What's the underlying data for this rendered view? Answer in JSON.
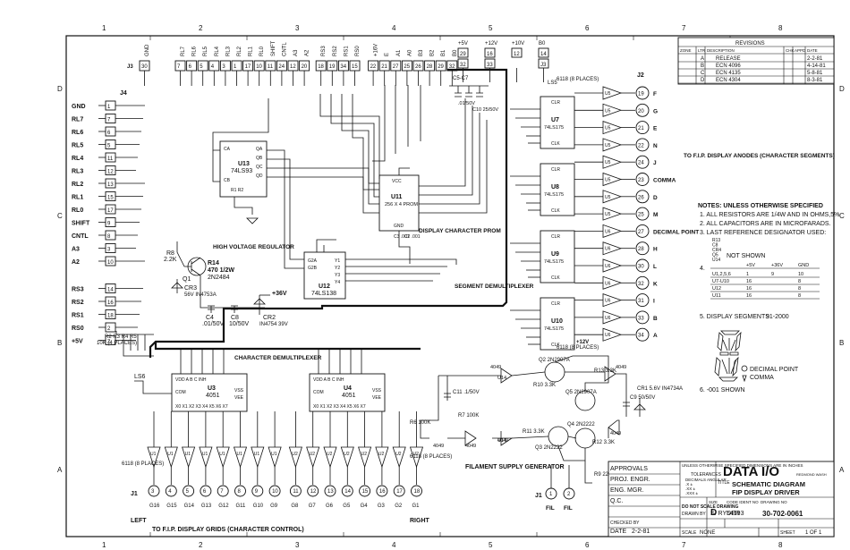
{
  "zones_top": [
    "8",
    "7",
    "6",
    "5",
    "4",
    "3",
    "2",
    "1"
  ],
  "zones_side": [
    "D",
    "C",
    "B",
    "A"
  ],
  "top_connectors": [
    {
      "label": "GND",
      "a": "J3",
      "b": "30"
    },
    {
      "label": "RL7",
      "a": "",
      "b": "7"
    },
    {
      "label": "RL6",
      "a": "",
      "b": "6"
    },
    {
      "label": "RL5",
      "a": "",
      "b": "5"
    },
    {
      "label": "RL4",
      "a": "",
      "b": "4"
    },
    {
      "label": "RL3",
      "a": "",
      "b": "3"
    },
    {
      "label": "RL2",
      "a": "",
      "b": "1"
    },
    {
      "label": "RL1",
      "a": "",
      "b": "17"
    },
    {
      "label": "RL0",
      "a": "",
      "b": "10"
    },
    {
      "label": "SHIFT",
      "a": "",
      "b": "11"
    },
    {
      "label": "CNTL",
      "a": "",
      "b": "24"
    },
    {
      "label": "A3",
      "a": "",
      "b": "12"
    },
    {
      "label": "A2",
      "a": "",
      "b": "20"
    },
    {
      "label": "RS3",
      "a": "",
      "b": "18"
    },
    {
      "label": "RS2",
      "a": "",
      "b": "19"
    },
    {
      "label": "RS1",
      "a": "",
      "b": "34"
    },
    {
      "label": "RS0",
      "a": "",
      "b": "15"
    },
    {
      "label": "+16V",
      "a": "",
      "b": "22"
    },
    {
      "label": "E",
      "a": "",
      "b": "21"
    },
    {
      "label": "A1",
      "a": "",
      "b": "27"
    },
    {
      "label": "A0",
      "a": "",
      "b": "25"
    },
    {
      "label": "B3",
      "a": "",
      "b": "26"
    },
    {
      "label": "B2",
      "a": "",
      "b": "28"
    },
    {
      "label": "B1",
      "a": "",
      "b": "29"
    },
    {
      "label": "B0",
      "a": "",
      "b": "32"
    }
  ],
  "top_right_conn": [
    {
      "label": "+5V",
      "a": "29",
      "b": "32"
    },
    {
      "label": "+12V",
      "a": "16",
      "b": "33"
    },
    {
      "label": "+10V",
      "a": "12",
      "b": ""
    },
    {
      "label": "B0",
      "a": "14",
      "b": "J3"
    }
  ],
  "left_pins": [
    {
      "label": "GND",
      "pin": "1"
    },
    {
      "label": "RL7",
      "pin": "7"
    },
    {
      "label": "RL6",
      "pin": "6"
    },
    {
      "label": "RL5",
      "pin": "5"
    },
    {
      "label": "RL4",
      "pin": "11"
    },
    {
      "label": "RL3",
      "pin": "12"
    },
    {
      "label": "RL2",
      "pin": "13"
    },
    {
      "label": "RL1",
      "pin": "15"
    },
    {
      "label": "RL0",
      "pin": "17"
    },
    {
      "label": "SHIFT",
      "pin": "9"
    },
    {
      "label": "CNTL",
      "pin": "8"
    },
    {
      "label": "A3",
      "pin": "3"
    },
    {
      "label": "A2",
      "pin": "10"
    },
    {
      "label": "RS3",
      "pin": "14"
    },
    {
      "label": "RS2",
      "pin": "16"
    },
    {
      "label": "RS1",
      "pin": "18"
    },
    {
      "label": "RS0",
      "pin": "2"
    },
    {
      "label": "+5V",
      "pin": "2"
    }
  ],
  "j4_label": "J4",
  "j2_label": "J2",
  "j1_label": "J1",
  "right_pins": [
    {
      "pin": "19",
      "label": "F"
    },
    {
      "pin": "20",
      "label": "G"
    },
    {
      "pin": "21",
      "label": "E"
    },
    {
      "pin": "22",
      "label": "N"
    },
    {
      "pin": "24",
      "label": "J"
    },
    {
      "pin": "23",
      "label": "COMMA"
    },
    {
      "pin": "26",
      "label": "D"
    },
    {
      "pin": "25",
      "label": "M"
    },
    {
      "pin": "27",
      "label": "DECIMAL POINT"
    },
    {
      "pin": "28",
      "label": "H"
    },
    {
      "pin": "30",
      "label": "L"
    },
    {
      "pin": "32",
      "label": "K"
    },
    {
      "pin": "31",
      "label": "I"
    },
    {
      "pin": "33",
      "label": "B"
    },
    {
      "pin": "34",
      "label": "A"
    }
  ],
  "latches": [
    {
      "name": "U7",
      "type": "74LS175"
    },
    {
      "name": "U8",
      "type": "74LS175"
    },
    {
      "name": "U9",
      "type": "74LS175"
    },
    {
      "name": "U10",
      "type": "74LS175"
    }
  ],
  "bottom_pins": [
    {
      "pin": "3",
      "label": "G16"
    },
    {
      "pin": "4",
      "label": "G15"
    },
    {
      "pin": "5",
      "label": "G14"
    },
    {
      "pin": "6",
      "label": "G13"
    },
    {
      "pin": "7",
      "label": "G12"
    },
    {
      "pin": "8",
      "label": "G11"
    },
    {
      "pin": "9",
      "label": "G10"
    },
    {
      "pin": "10",
      "label": "G9"
    },
    {
      "pin": "11",
      "label": "G8"
    },
    {
      "pin": "12",
      "label": "G7"
    },
    {
      "pin": "13",
      "label": "G6"
    },
    {
      "pin": "14",
      "label": "G5"
    },
    {
      "pin": "15",
      "label": "G4"
    },
    {
      "pin": "16",
      "label": "G3"
    },
    {
      "pin": "17",
      "label": "G2"
    },
    {
      "pin": "18",
      "label": "G1"
    }
  ],
  "fil_pins": [
    {
      "pin": "1",
      "label": "FIL"
    },
    {
      "pin": "2",
      "label": "FIL"
    }
  ],
  "labels": {
    "u13": "U13",
    "u13_type": "74LS93",
    "u11": "U11",
    "u11_type": "256 X 4 PROM",
    "u11_note": "DISPLAY CHARACTER PROM",
    "u12": "U12",
    "u12_type": "74LS138",
    "seg_demux": "SEGMENT DEMULTIPLEXER",
    "char_demux": "CHARACTER DEMULTIPLEXER",
    "hv_reg": "HIGH VOLTAGE REGULATOR",
    "r14": "R14",
    "r14_val": "470 1/2W",
    "q1": "Q1",
    "q1_type": "2N2484",
    "cr3": "CR3",
    "cr3_val": "56V IN4753A",
    "cr2": "CR2",
    "cr2_val": "IN4754 39V",
    "c8": "C8",
    "c8_val": "10/50V",
    "c4": "C4",
    "c4_val": ".01/50V",
    "r8": "R8",
    "r8_val": "2.2K",
    "plus36": "+36V",
    "r_net": "R2 R3 R4 R5",
    "r_net_val": "10K (4 PLACES)",
    "u3": "U3",
    "u3_type": "4051",
    "u4": "U4",
    "u4_type": "4051",
    "u1_places": "6118 (8 PLACES)",
    "u2_places": "6118 (8 PLACES)",
    "u5_places": "6118 (8 PLACES)",
    "u6_places": "6118 (8 PLACES)",
    "anode_note": "TO F.I.P. DISPLAY ANODES (CHARACTER SEGMENTS)",
    "grid_note": "TO F.I.P. DISPLAY GRIDS (CHARACTER CONTROL)",
    "left_word": "LEFT",
    "right_word": "RIGHT",
    "filament": "FILAMENT SUPPLY GENERATOR",
    "c11": "C11 .1/50V",
    "r7": "R7 100K",
    "r6": "R6 100K",
    "q2": "Q2 2N2907A",
    "q3": "Q3 2N2222",
    "q4": "Q4 2N2222",
    "q5": "Q5 2N2907A",
    "r10": "R10 3.3K",
    "r11": "R11 3.3K",
    "r12": "R12 3.3K",
    "r13": "R13 3.3K",
    "c9": "C9 50/50V",
    "cr1": "CR1 5.6V IN4734A",
    "r9": "R9 220",
    "u14": "U14",
    "u14_type": "4049",
    "ls6": "LS6",
    "ls5": "LS5",
    "c5c7": "C5-C7",
    "c_val": ".01/50V",
    "c10": "C10 25/50V",
    "c3": "C3 .001",
    "c2": "C2 .001",
    "plus5": "+5V",
    "plus12": "+12V",
    "plus10": "+10V"
  },
  "notes": {
    "title": "NOTES: UNLESS OTHERWISE SPECIFIED",
    "n1": "1. ALL RESISTORS ARE 1/4W AND IN OHMS,5%",
    "n2": "2. ALL CAPACITORS ARE IN MICROFARADS.",
    "n3": "3. LAST REFERENCE DESIGNATOR USED:",
    "n3_items": [
      "R13",
      "C8",
      "CR4",
      "Q5",
      "U14"
    ],
    "n4": "4.",
    "not_shown": "NOT SHOWN",
    "table_head": [
      "",
      "+5V",
      "+36V",
      "GND"
    ],
    "table_rows": [
      [
        "U1,2,5,6",
        "1",
        "9",
        "10"
      ],
      [
        "U7-U10",
        "16",
        "",
        "8"
      ],
      [
        "U12",
        "16",
        "",
        "8"
      ],
      [
        "U11",
        "16",
        "",
        "8"
      ]
    ],
    "n5": "5. DISPLAY SEGMENTS",
    "n5_ref": "91-2000",
    "n6": "6. -001 SHOWN",
    "dp": "DECIMAL POINT",
    "comma": "COMMA"
  },
  "revisions": {
    "header": "REVISIONS",
    "cols": [
      "ZONE",
      "LTR",
      "DESCRIPTION",
      "CHK",
      "APPD",
      "DATE"
    ],
    "rows": [
      {
        "ltr": "A",
        "desc": "RELEASE",
        "date": "2-2-81"
      },
      {
        "ltr": "B",
        "desc": "ECN 4096",
        "date": "4-14-81"
      },
      {
        "ltr": "C",
        "desc": "ECN 4135",
        "date": "5-8-81"
      },
      {
        "ltr": "D",
        "desc": "ECN 4304",
        "date": "8-3-81"
      }
    ]
  },
  "titleblock": {
    "approvals": "APPROVALS",
    "proj_engr": "PROJ. ENGR.",
    "eng_mgr": "ENG. MGR.",
    "qc": "Q.C.",
    "date_label": "DATE",
    "date": "2-2-81",
    "tolerances": "UNLESS OTHERWISE SPECIFIED DIMENSIONS ARE IN INCHES",
    "tol_head": "TOLERANCES",
    "tol_lines": [
      "DECIMALS ANGULAR",
      ".X ±",
      ".XX ±",
      ".XXX ±"
    ],
    "no_scale": "DO NOT SCALE DRAWING",
    "drawn_by_label": "DRAWN BY",
    "drawn_by": "S. RYDER",
    "checked_by": "CHECKED BY",
    "company": "DATA I/O",
    "company_sub": "REDMOND WASH",
    "title_label": "TITLE",
    "title1": "SCHEMATIC DIAGRAM",
    "title2": "FIP DISPLAY DRIVER",
    "size_label": "SIZE",
    "size": "D",
    "code_label": "CODE IDENT NO",
    "code": "54193",
    "dwg_label": "DRAWING NO",
    "dwg": "30-702-0061",
    "scale_label": "SCALE",
    "scale": "NONE",
    "sheet_label": "SHEET",
    "sheet": "1 OF 1"
  }
}
